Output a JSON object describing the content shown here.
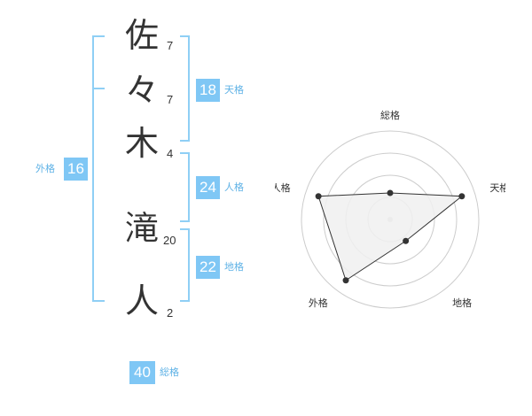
{
  "name": {
    "characters": [
      {
        "char": "佐",
        "strokes": "7"
      },
      {
        "char": "々",
        "strokes": "7"
      },
      {
        "char": "木",
        "strokes": "4"
      },
      {
        "char": "滝",
        "strokes": "20"
      },
      {
        "char": "人",
        "strokes": "2"
      }
    ]
  },
  "fortunes": {
    "tenkaku": {
      "value": "18",
      "label": "天格"
    },
    "jinkaku": {
      "value": "24",
      "label": "人格"
    },
    "chikaku": {
      "value": "22",
      "label": "地格"
    },
    "gaikaku": {
      "value": "16",
      "label": "外格"
    },
    "soukaku": {
      "value": "40",
      "label": "総格"
    }
  },
  "colors": {
    "accent": "#7fc7f5",
    "bracket": "#8fcff5",
    "label": "#5fb2e6",
    "radar_fill": "#f0f0f0",
    "radar_line": "#333333"
  },
  "chart_data": {
    "type": "radar",
    "axes": [
      "総格",
      "天格",
      "地格",
      "外格",
      "人格"
    ],
    "values": [
      0.3,
      0.85,
      0.3,
      0.85,
      0.85
    ],
    "rings": 4,
    "range": [
      0,
      1
    ]
  }
}
